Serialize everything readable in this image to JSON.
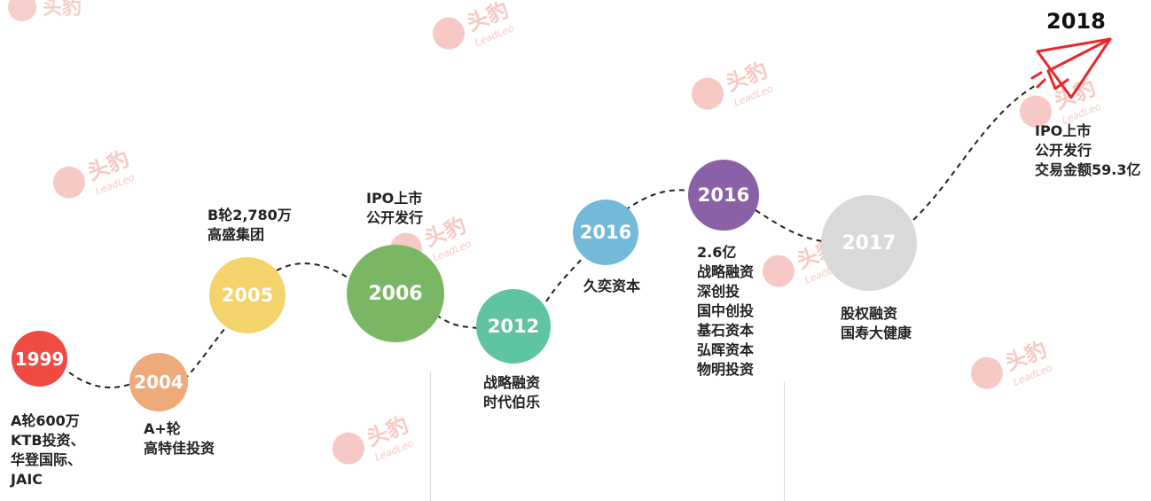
{
  "watermark": {
    "text": "头豹",
    "subtext": "LeadLeo",
    "color": "#f6c9c4"
  },
  "timeline": {
    "path_color": "#222222",
    "milestones": [
      {
        "year": "1999",
        "color": "#ef4b43",
        "notes": [
          "A轮600万",
          "KTB投资、",
          "华登国际、",
          "JAIC"
        ]
      },
      {
        "year": "2004",
        "color": "#eeaa7b",
        "notes": [
          "A+轮",
          "高特佳投资"
        ]
      },
      {
        "year": "2005",
        "color": "#f4d36b",
        "notes": [
          "B轮2,780万",
          "高盛集团"
        ]
      },
      {
        "year": "2006",
        "color": "#79b765",
        "notes": [
          "IPO上市",
          "公开发行"
        ]
      },
      {
        "year": "2012",
        "color": "#5fc4a4",
        "notes": [
          "战略融资",
          "时代伯乐"
        ]
      },
      {
        "year": "2016",
        "color": "#72bad8",
        "notes": [
          "久奕资本"
        ]
      },
      {
        "year": "2016",
        "color": "#8a61a6",
        "notes": [
          "2.6亿",
          "战略融资",
          "深创投",
          "国中创投",
          "基石资本",
          "弘晖资本",
          "物明投资"
        ]
      },
      {
        "year": "2017",
        "color": "#d9d9d9",
        "notes": [
          "股权融资",
          "国寿大健康"
        ]
      }
    ],
    "final": {
      "year": "2018",
      "icon": "paper-plane-icon",
      "color": "#e8282b",
      "notes": [
        "IPO上市",
        "公开发行",
        "交易金额59.3亿"
      ]
    }
  }
}
